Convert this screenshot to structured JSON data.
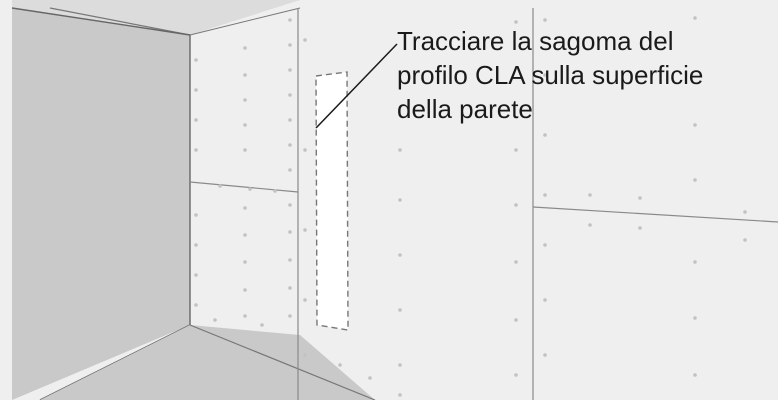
{
  "caption": {
    "lines": [
      "Tracciare la sagoma del",
      "profilo CLA sulla superficie",
      "della parete"
    ]
  },
  "colors": {
    "frame": "#666666",
    "left_wall": "#c9c9c9",
    "panels": "#efefef",
    "floor": "#c9c9c9",
    "ceiling": "#dcdcdc",
    "profile_outline": "#777777",
    "screw_dots": "#c2c2c2",
    "text": "#1a1a1a"
  }
}
